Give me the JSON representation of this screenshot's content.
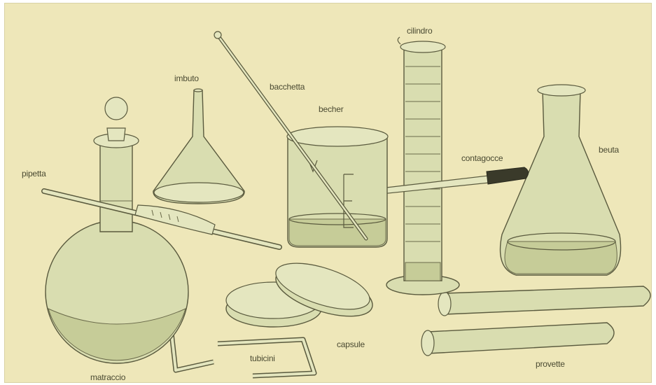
{
  "labels": {
    "cilindro": "cilindro",
    "imbuto": "imbuto",
    "bacchetta": "bacchetta",
    "becher": "becher",
    "contagocce": "contagocce",
    "beuta": "beuta",
    "pipetta": "pipetta",
    "capsule": "capsule",
    "tubicini": "tubicini",
    "provette": "provette",
    "matraccio": "matraccio"
  },
  "colors": {
    "background": "#eee7b9",
    "glass": "#d9ddb0",
    "outline": "#5a5a3e",
    "label_text": "#4a4a32"
  }
}
